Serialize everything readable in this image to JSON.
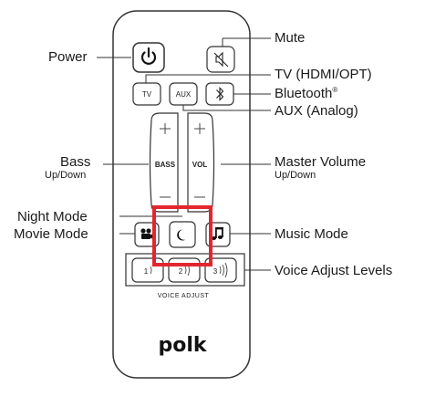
{
  "labels": {
    "power": "Power",
    "mute": "Mute",
    "tv": "TV (HDMI/OPT)",
    "bluetooth": "Bluetooth",
    "bluetooth_mark": "®",
    "aux": "AUX (Analog)",
    "bass": "Bass",
    "bass_sub": "Up/Down",
    "master_volume": "Master Volume",
    "master_volume_sub": "Up/Down",
    "night_mode": "Night Mode",
    "movie_mode": "Movie Mode",
    "music_mode": "Music Mode",
    "voice_adjust_levels": "Voice Adjust Levels"
  },
  "buttons": {
    "tv": "TV",
    "aux": "AUX",
    "bass": "BASS",
    "vol": "VOL",
    "voice_1": "1",
    "voice_2": "2",
    "voice_3": "3",
    "voice_adjust": "VOICE ADJUST"
  },
  "brand": "polk",
  "colors": {
    "highlight": "#e3262e",
    "outline": "#333333"
  },
  "icons": [
    "power-icon",
    "mute-icon",
    "bluetooth-icon",
    "plus-icon",
    "minus-icon",
    "movie-icon",
    "moon-icon",
    "music-note-icon",
    "sound-wave-icon"
  ]
}
